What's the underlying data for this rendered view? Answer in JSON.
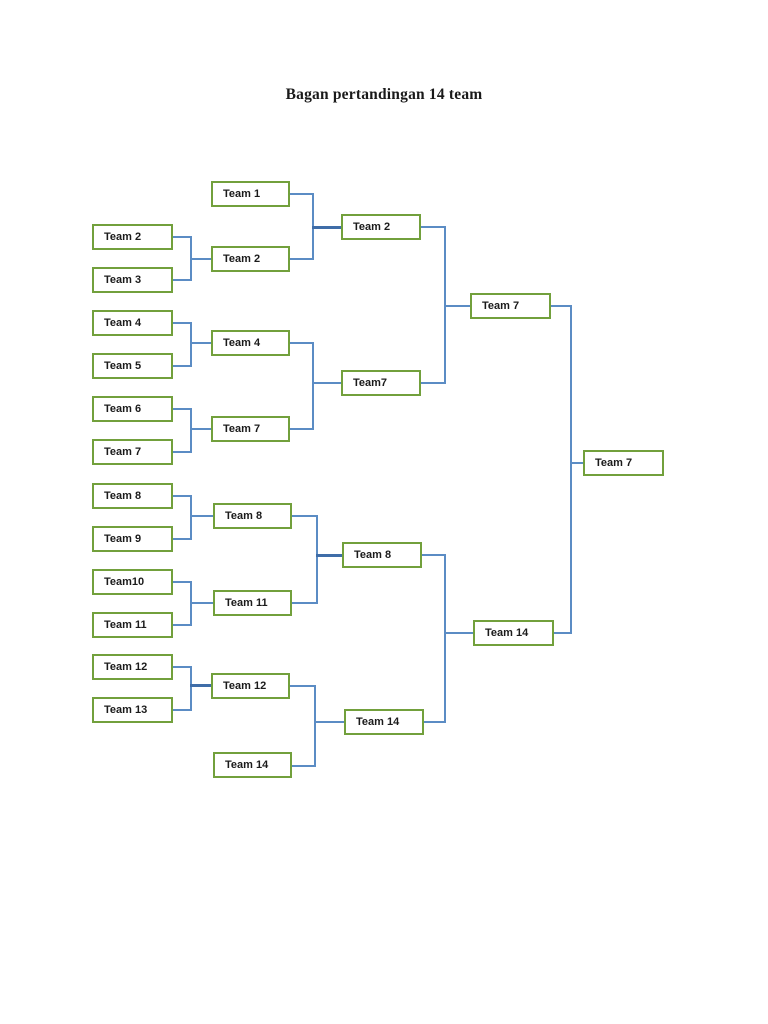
{
  "page": {
    "title": "Bagan pertandingan 14 team",
    "background_color": "#ffffff",
    "box_border_color": "#72a03c",
    "connector_color": "#5b8cc4",
    "text_color": "#1b1b1b"
  },
  "bracket": {
    "type": "single-elimination",
    "team_count": 14,
    "champion": "Team 7",
    "rounds": [
      {
        "name": "round-1",
        "column": 1,
        "entries": [
          {
            "label": "Team 2"
          },
          {
            "label": "Team 3"
          },
          {
            "label": "Team 4"
          },
          {
            "label": "Team 5"
          },
          {
            "label": "Team 6"
          },
          {
            "label": "Team 7"
          },
          {
            "label": "Team 8"
          },
          {
            "label": "Team 9"
          },
          {
            "label": "Team10"
          },
          {
            "label": "Team 11"
          },
          {
            "label": "Team 12"
          },
          {
            "label": "Team 13"
          }
        ]
      },
      {
        "name": "round-2",
        "column": 2,
        "entries": [
          {
            "label": "Team 1"
          },
          {
            "label": "Team 2"
          },
          {
            "label": "Team 4"
          },
          {
            "label": "Team 7"
          },
          {
            "label": "Team 8"
          },
          {
            "label": "Team 11"
          },
          {
            "label": "Team 12"
          },
          {
            "label": "Team 14"
          }
        ]
      },
      {
        "name": "quarterfinals",
        "column": 3,
        "entries": [
          {
            "label": "Team 2"
          },
          {
            "label": "Team7"
          },
          {
            "label": "Team 8"
          },
          {
            "label": "Team 14"
          }
        ]
      },
      {
        "name": "semifinals",
        "column": 4,
        "entries": [
          {
            "label": "Team 7"
          },
          {
            "label": "Team 14"
          }
        ]
      },
      {
        "name": "final",
        "column": 5,
        "entries": [
          {
            "label": "Team 7"
          }
        ]
      }
    ]
  }
}
